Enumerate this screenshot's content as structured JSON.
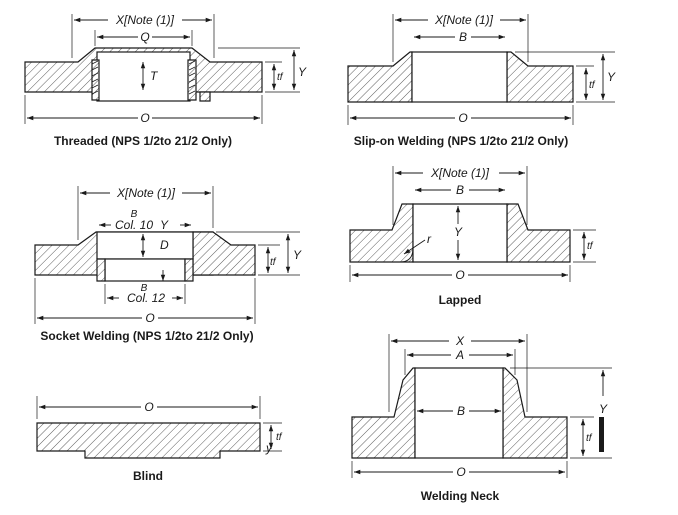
{
  "threaded": {
    "caption": "Threaded (NPS 1/2to 21/2 Only)",
    "dims": {
      "x": "X[Note (1)]",
      "q": "Q",
      "t": "T",
      "tf": "tf",
      "y": "Y",
      "o": "O"
    }
  },
  "slipon": {
    "caption": "Slip-on Welding (NPS 1/2to 21/2 Only)",
    "dims": {
      "x": "X[Note (1)]",
      "b": "B",
      "tf": "tf",
      "y": "Y",
      "o": "O"
    }
  },
  "socket": {
    "caption": "Socket Welding (NPS 1/2to 21/2 Only)",
    "dims": {
      "x": "X[Note (1)]",
      "b_top": "B",
      "col10": "Col. 10",
      "y_small": "Y",
      "d": "D",
      "tf": "tf",
      "y": "Y",
      "b_bottom": "B",
      "col12": "Col. 12",
      "o": "O"
    }
  },
  "lapped": {
    "caption": "Lapped",
    "dims": {
      "x": "X[Note (1)]",
      "b": "B",
      "r": "r",
      "y": "Y",
      "tf": "tf",
      "o": "O"
    }
  },
  "blind": {
    "caption": "Blind",
    "dims": {
      "o": "O",
      "tf": "tf",
      "y": "y"
    }
  },
  "weldneck": {
    "caption": "Welding Neck",
    "dims": {
      "x": "X",
      "a": "A",
      "b": "B",
      "y": "Y",
      "tf": "tf",
      "o": "O"
    }
  }
}
